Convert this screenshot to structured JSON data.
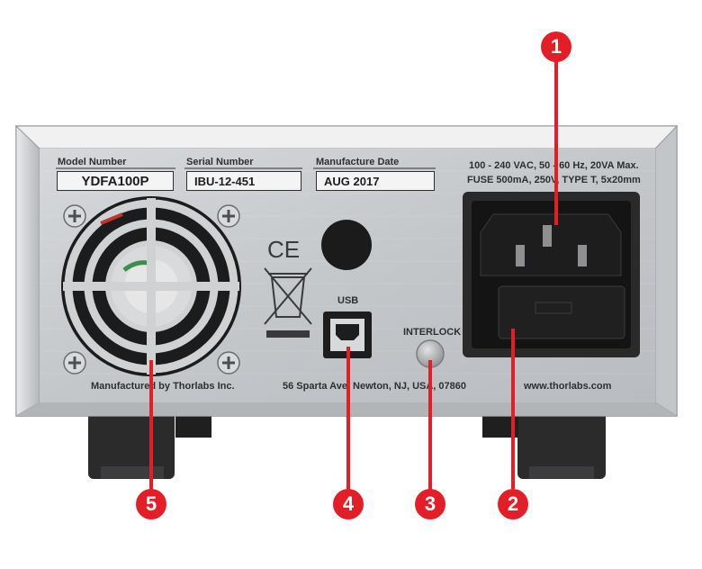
{
  "labels": {
    "model_number": "Model Number",
    "serial_number": "Serial Number",
    "manufacture_date": "Manufacture Date",
    "usb": "USB",
    "interlock": "INTERLOCK"
  },
  "values": {
    "model_number": "YDFA100P",
    "serial_number": "IBU-12-451",
    "manufacture_date": "AUG 2017"
  },
  "power_spec": {
    "line1": "100 - 240 VAC, 50 - 60 Hz, 20VA Max.",
    "line2": "FUSE 500mA, 250V, TYPE T, 5x20mm"
  },
  "footer": {
    "manufacturer": "Manufactured by Thorlabs Inc.",
    "address": "56 Sparta Ave. Newton, NJ, USA, 07860",
    "website": "www.thorlabs.com"
  },
  "marks": {
    "ce": "CE"
  },
  "callouts": [
    "1",
    "2",
    "3",
    "4",
    "5"
  ],
  "colors": {
    "callout": "#e41e26",
    "panel": "#c9cccf",
    "outline": "#2f2f33"
  }
}
